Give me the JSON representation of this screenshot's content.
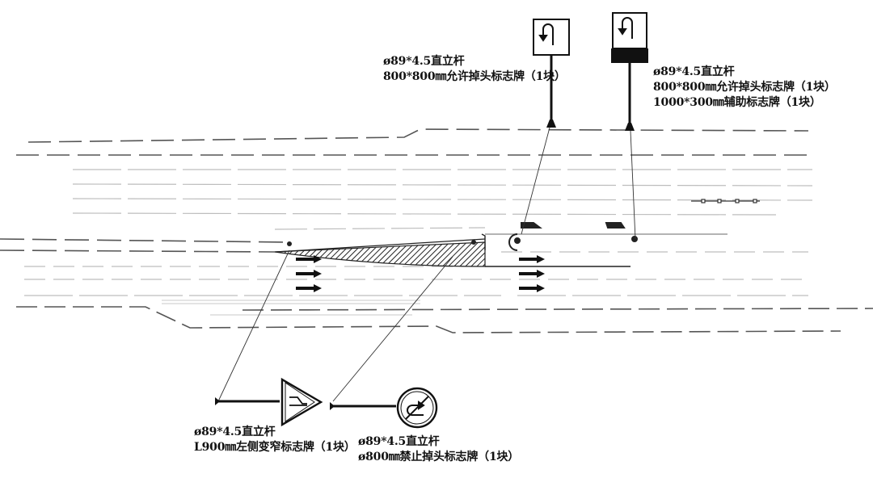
{
  "labels": {
    "sign_uturn_allow": {
      "line1": "ø89*4.5直立杆",
      "line2": "800*800㎜允许掉头标志牌（1块）"
    },
    "sign_uturn_allow_aux": {
      "line1": "ø89*4.5直立杆",
      "line2": "800*800㎜允许掉头标志牌（1块）",
      "line3": "1000*300㎜辅助标志牌（1块）"
    },
    "sign_left_narrow": {
      "line1": "ø89*4.5直立杆",
      "line2": "L900㎜左侧变窄标志牌（1块）"
    },
    "sign_no_uturn": {
      "line1": "ø89*4.5直立杆",
      "line2": "ø800㎜禁止掉头标志牌（1块）"
    }
  },
  "colors": {
    "ink": "#111111",
    "lane_line": "#b8b8b8",
    "road_edge": "#555555",
    "prohibition_red": "#111111"
  },
  "icons": {
    "uturn_allowed": "u-turn-arrow-icon",
    "left_narrow": "lane-narrows-left-icon",
    "no_uturn": "no-u-turn-icon",
    "lane_arrow": "straight-arrow-icon"
  }
}
